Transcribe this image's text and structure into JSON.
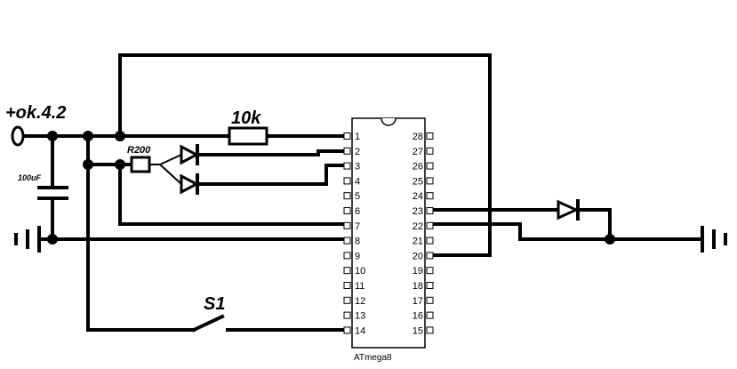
{
  "labels": {
    "supply": "+ok.4.2",
    "resistor_main": "10k",
    "resistor_small": "R200",
    "capacitor": "100uF",
    "switch": "S1",
    "chip": "ATmega8"
  },
  "chip_pins": {
    "left": [
      "1",
      "2",
      "3",
      "4",
      "5",
      "6",
      "7",
      "8",
      "9",
      "10",
      "11",
      "12",
      "13",
      "14"
    ],
    "right": [
      "28",
      "27",
      "26",
      "25",
      "24",
      "23",
      "22",
      "21",
      "20",
      "19",
      "18",
      "17",
      "16",
      "15"
    ]
  }
}
